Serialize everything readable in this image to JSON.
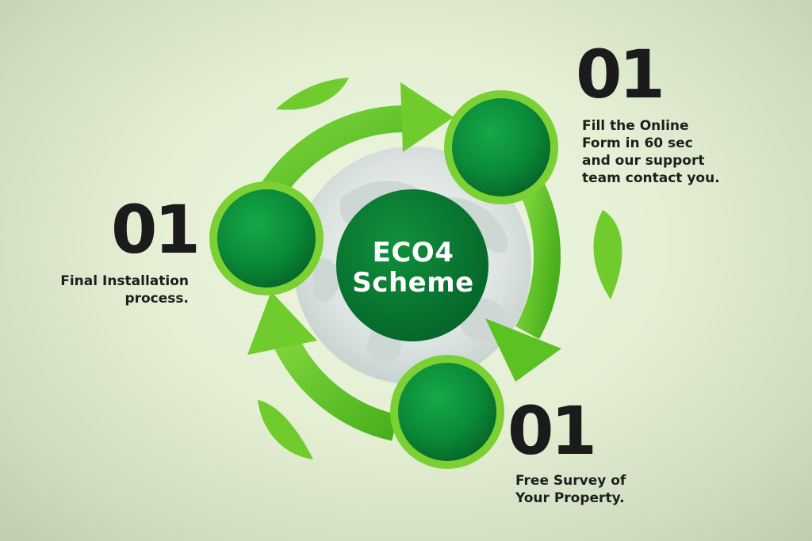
{
  "center": {
    "title_line1": "ECO4",
    "title_line2": "Scheme"
  },
  "steps": [
    {
      "number": "01",
      "lines": [
        "Fill the Online",
        "Form in 60 sec",
        "and our support",
        "team contact you."
      ]
    },
    {
      "number": "01",
      "lines": [
        "Free Survey of",
        "Your Property."
      ]
    },
    {
      "number": "01",
      "lines": [
        "Final Installation",
        "process."
      ]
    }
  ],
  "colors": {
    "accent_green": "#5cc224",
    "dark_green": "#0b7a33",
    "text": "#1b1b1b"
  }
}
